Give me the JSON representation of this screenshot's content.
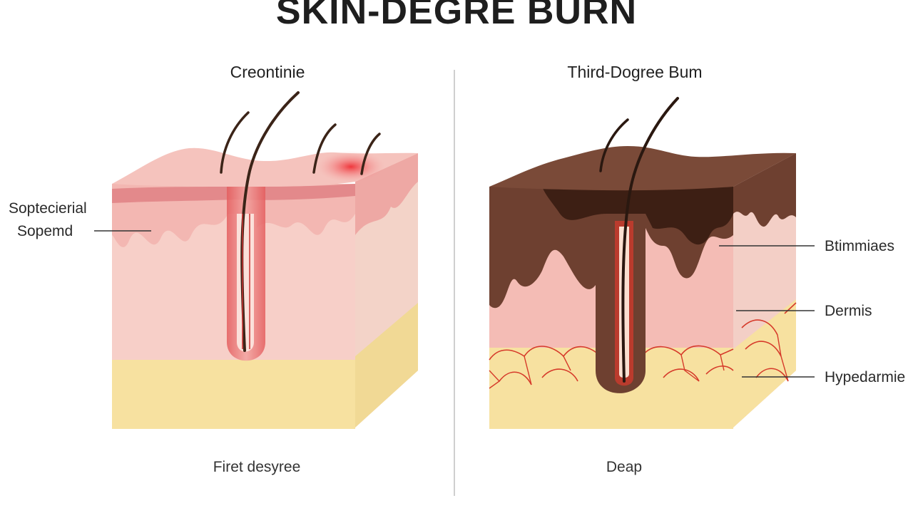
{
  "title": "SKIN-DEGRE BURN",
  "left_panel": {
    "heading": "Creontinie",
    "caption": "Firet desyree",
    "labels": {
      "line1": "Soptecierial",
      "line2": "Sopemd"
    }
  },
  "right_panel": {
    "heading": "Third-Dogree Bum",
    "caption": "Deap",
    "labels": {
      "burn": "Btimmiaes",
      "dermis": "Dermis",
      "hypodermis": "Hypedarmie"
    }
  },
  "colors": {
    "epidermis": "#f3b7b2",
    "epidermis_dark": "#e3898b",
    "dermis": "#f7cfc8",
    "hypodermis": "#f7e1a0",
    "char": "#6e4030",
    "char_dark": "#3d1f14",
    "vessel": "#d63a2a",
    "hair": "#3b2418"
  }
}
